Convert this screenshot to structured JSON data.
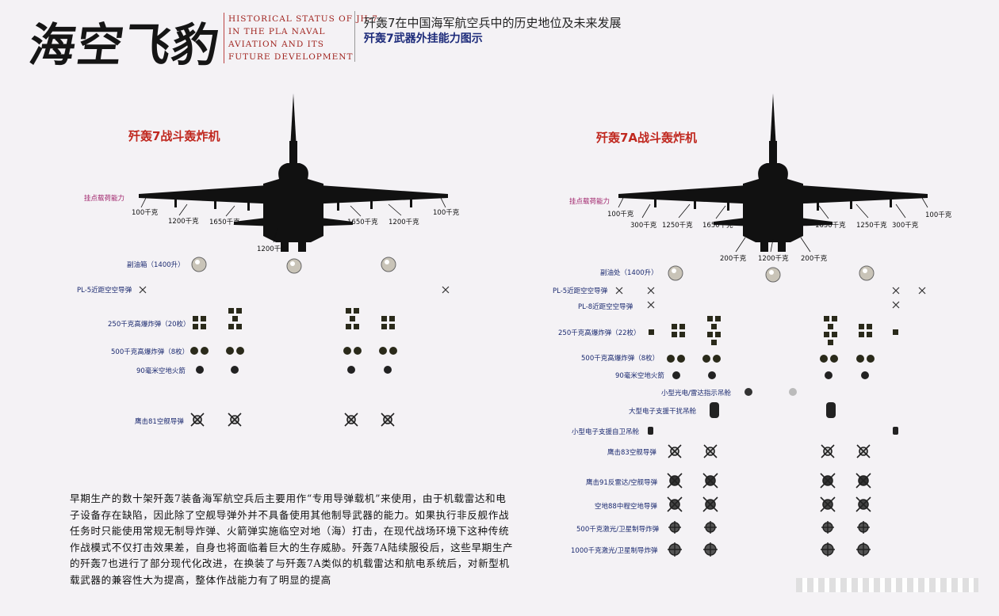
{
  "header": {
    "logo": "海空飞豹",
    "en_lines": [
      "HISTORICAL STATUS OF JH-7",
      "IN THE PLA NAVAL",
      "AVIATION AND ITS",
      "FUTURE DEVELOPMENT"
    ],
    "title_cn": "歼轰7在中国海军航空兵中的历史地位及未来发展",
    "subtitle_cn": "歼轰7武器外挂能力图示"
  },
  "left": {
    "title": "歼轰7战斗轰炸机",
    "hardpoint_label": "挂点载荷能力",
    "weights": [
      "100千克",
      "1200千克",
      "1650千克",
      "1650千克",
      "1200千克",
      "100千克",
      "1200千克"
    ],
    "rows": [
      "副油箱（1400升）",
      "PL-5近距空空导弹",
      "250千克高爆炸弹（20枚）",
      "500千克高爆炸弹（8枚）",
      "90毫米空地火箭",
      "鹰击81空舰导弹"
    ]
  },
  "right": {
    "title": "歼轰7A战斗轰炸机",
    "hardpoint_label": "挂点载荷能力",
    "weights": [
      "100千克",
      "300千克",
      "1250千克",
      "1650千克",
      "1650千克",
      "1250千克",
      "300千克",
      "100千克",
      "200千克",
      "1200千克",
      "200千克"
    ],
    "rows": [
      "副油处（1400升）",
      "PL-5近距空空导弹",
      "PL-8近距空空导弹",
      "250千克高爆炸弹（22枚）",
      "500千克高爆炸弹（8枚）",
      "90毫米空地火箭",
      "小型光电/雷达指示吊舱",
      "大型电子支援干扰吊舱",
      "小型电子支援自卫吊舱",
      "鹰击83空舰导弹",
      "鹰击91反雷达/空舰导弹",
      "空地88中程空地导弹",
      "500千克激光/卫星制导炸弹",
      "1000千克激光/卫星制导炸弹"
    ]
  },
  "paragraph": "早期生产的数十架歼轰7装备海军航空兵后主要用作“专用导弹载机”来使用，由于机载雷达和电子设备存在缺陷，因此除了空舰导弹外并不具备使用其他制导武器的能力。如果执行非反舰作战任务时只能使用常规无制导炸弹、火箭弹实施临空对地（海）打击，在现代战场环境下这种传统作战模式不仅打击效果差，自身也将面临着巨大的生存威胁。歼轰7A陆续服役后，这些早期生产的歼轰7也进行了部分现代化改进，在换装了与歼轰7A类似的机载雷达和航电系统后，对新型机载武器的兼容性大为提高，整体作战能力有了明显的提高",
  "colors": {
    "title_red": "#c0281f",
    "label_blue": "#1b2a70",
    "label_pink": "#a0246c",
    "subtitle_blue": "#1d2b7a"
  }
}
